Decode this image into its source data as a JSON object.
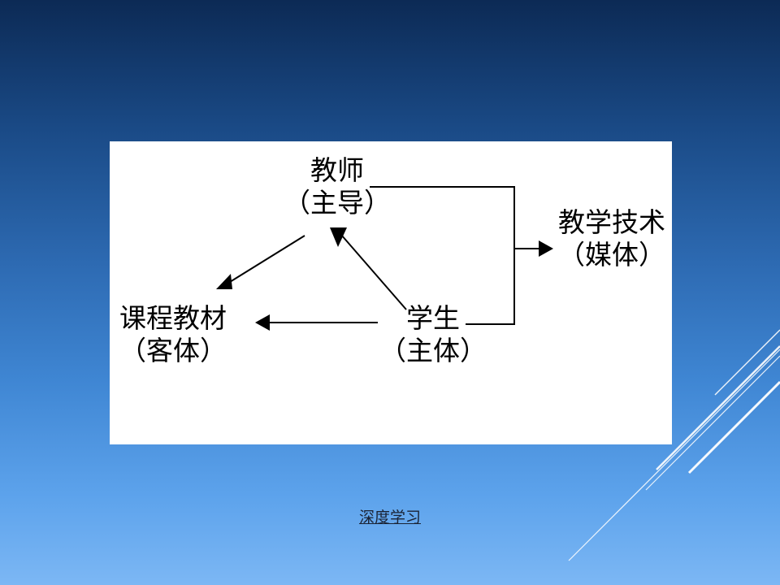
{
  "diagram": {
    "nodes": {
      "teacher": {
        "line1": "教师",
        "line2": "（主导）"
      },
      "tech": {
        "line1": "教学技术",
        "line2": "（媒体）"
      },
      "curriculum": {
        "line1": "课程教材",
        "line2": "（客体）"
      },
      "student": {
        "line1": "学生",
        "line2": "（主体）"
      }
    }
  },
  "footer": {
    "link_label": "深度学习"
  },
  "colors": {
    "panel_bg": "#ffffff",
    "ink": "#000000",
    "footer_text": "#1a2233"
  }
}
